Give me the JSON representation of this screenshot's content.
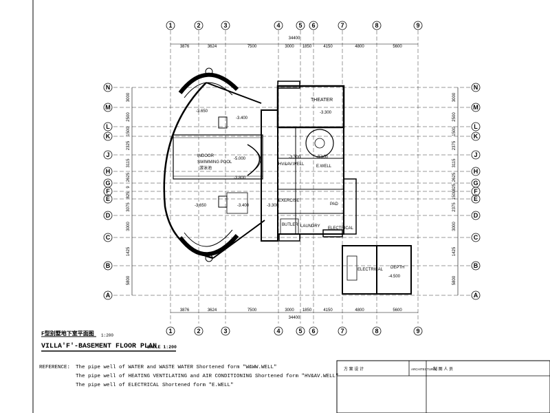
{
  "grid_top": [
    "1",
    "2",
    "3",
    "4",
    "5",
    "6",
    "7",
    "8",
    "9"
  ],
  "grid_bottom": [
    "1",
    "2",
    "3",
    "4",
    "5",
    "6",
    "7",
    "8",
    "9"
  ],
  "grid_left": [
    "N",
    "M",
    "L",
    "K",
    "J",
    "H",
    "G",
    "F",
    "E",
    "D",
    "C",
    "B",
    "A"
  ],
  "grid_right": [
    "N",
    "M",
    "L",
    "K",
    "J",
    "H",
    "G",
    "F",
    "E",
    "D",
    "C",
    "B",
    "A"
  ],
  "dims_top_total": "34400",
  "dims_top": [
    "3876",
    "3624",
    "7500",
    "3000",
    "1850",
    "4150",
    "4800",
    "5600"
  ],
  "dims_bottom_total": "34400",
  "dims_bottom": [
    "3876",
    "3624",
    "7500",
    "3000",
    "1850",
    "4150",
    "4800",
    "5600"
  ],
  "dims_left": [
    "3000",
    "2500",
    "1500",
    "2325",
    "3115",
    "2625",
    "9",
    "825",
    "3075",
    "3000",
    "1425",
    "5800"
  ],
  "dims_right": [
    "3000",
    "2500",
    "1500",
    "2375",
    "3115",
    "2625",
    "825",
    "1500",
    "2375",
    "3000",
    "1425",
    "5800"
  ],
  "rooms": {
    "theater": "THEATER",
    "theater_level": "-3.300",
    "indoor_pool": "INDOOR",
    "indoor_pool_2": "SWIMMING POOL",
    "pool_cn": "游泳池",
    "pool_level": "-5.000",
    "level_1": "-3.650",
    "level_2": "-3.400",
    "level_3": "-3.650",
    "level_4": "-3.400",
    "level_5": "-3.300",
    "level_6": "-3.300",
    "level_7": "-3.800",
    "level_8": "-3.300",
    "exercise": "EXERCISE",
    "butler": "BUTLER",
    "laundry": "LAUNDRY",
    "electrical": "ELECTRICAL",
    "electrical_b": "ELECTRICAL",
    "depth": "DEPTH",
    "depth_level": "-4.500",
    "hvac": "HV&AV.WELL",
    "ewell": "E.WELL",
    "pad": "PAD"
  },
  "scale_cn": "F型别墅地下室平面图",
  "scale_cn_ratio": "1:200",
  "main_title": "VILLA'F'-BASEMENT FLOOR PLAN",
  "main_title_scale": "SACLE 1:200",
  "reference_label": "REFERENCE:",
  "reference_lines": [
    "The pipe well of WATER and WASTE WATER Shortened form \"W&WW.WELL\"",
    "The pipe well of HEATING VENTILATING and AIR CONDITIONING Shortened form \"HV&AV.WELL\"",
    "The pipe well of ELECTRICAL Shortened form \"E.WELL\""
  ],
  "titleblock": [
    "方 案 设 计",
    "ARCHITECTURAL",
    "制 图 人 员"
  ]
}
